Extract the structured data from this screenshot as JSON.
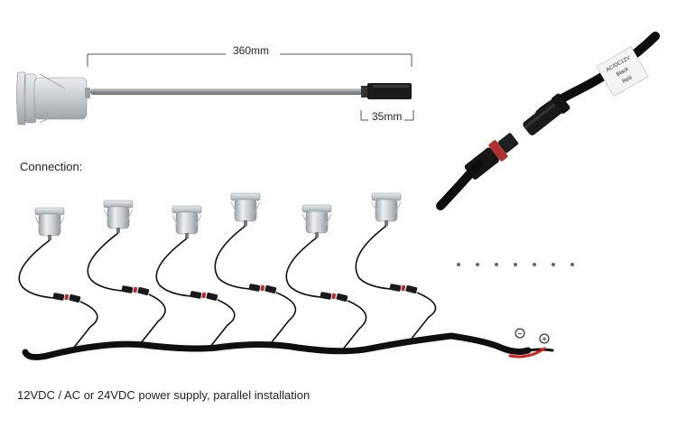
{
  "dimensions": {
    "overall_length": "360mm",
    "connector_length": "35mm"
  },
  "connection_title": "Connection:",
  "caption": "12VDC / AC or 24VDC power supply, parallel installation",
  "polarity": {
    "negative": "−",
    "positive": "+"
  },
  "connector_label": {
    "line1": "AC/DC12V",
    "line2": "Black",
    "line3": "Red"
  },
  "lights_count": 6,
  "colors": {
    "cable": "#111111",
    "positive_wire": "#d42020",
    "metal": "#cfd3d6",
    "dimension_line": "#555555"
  }
}
